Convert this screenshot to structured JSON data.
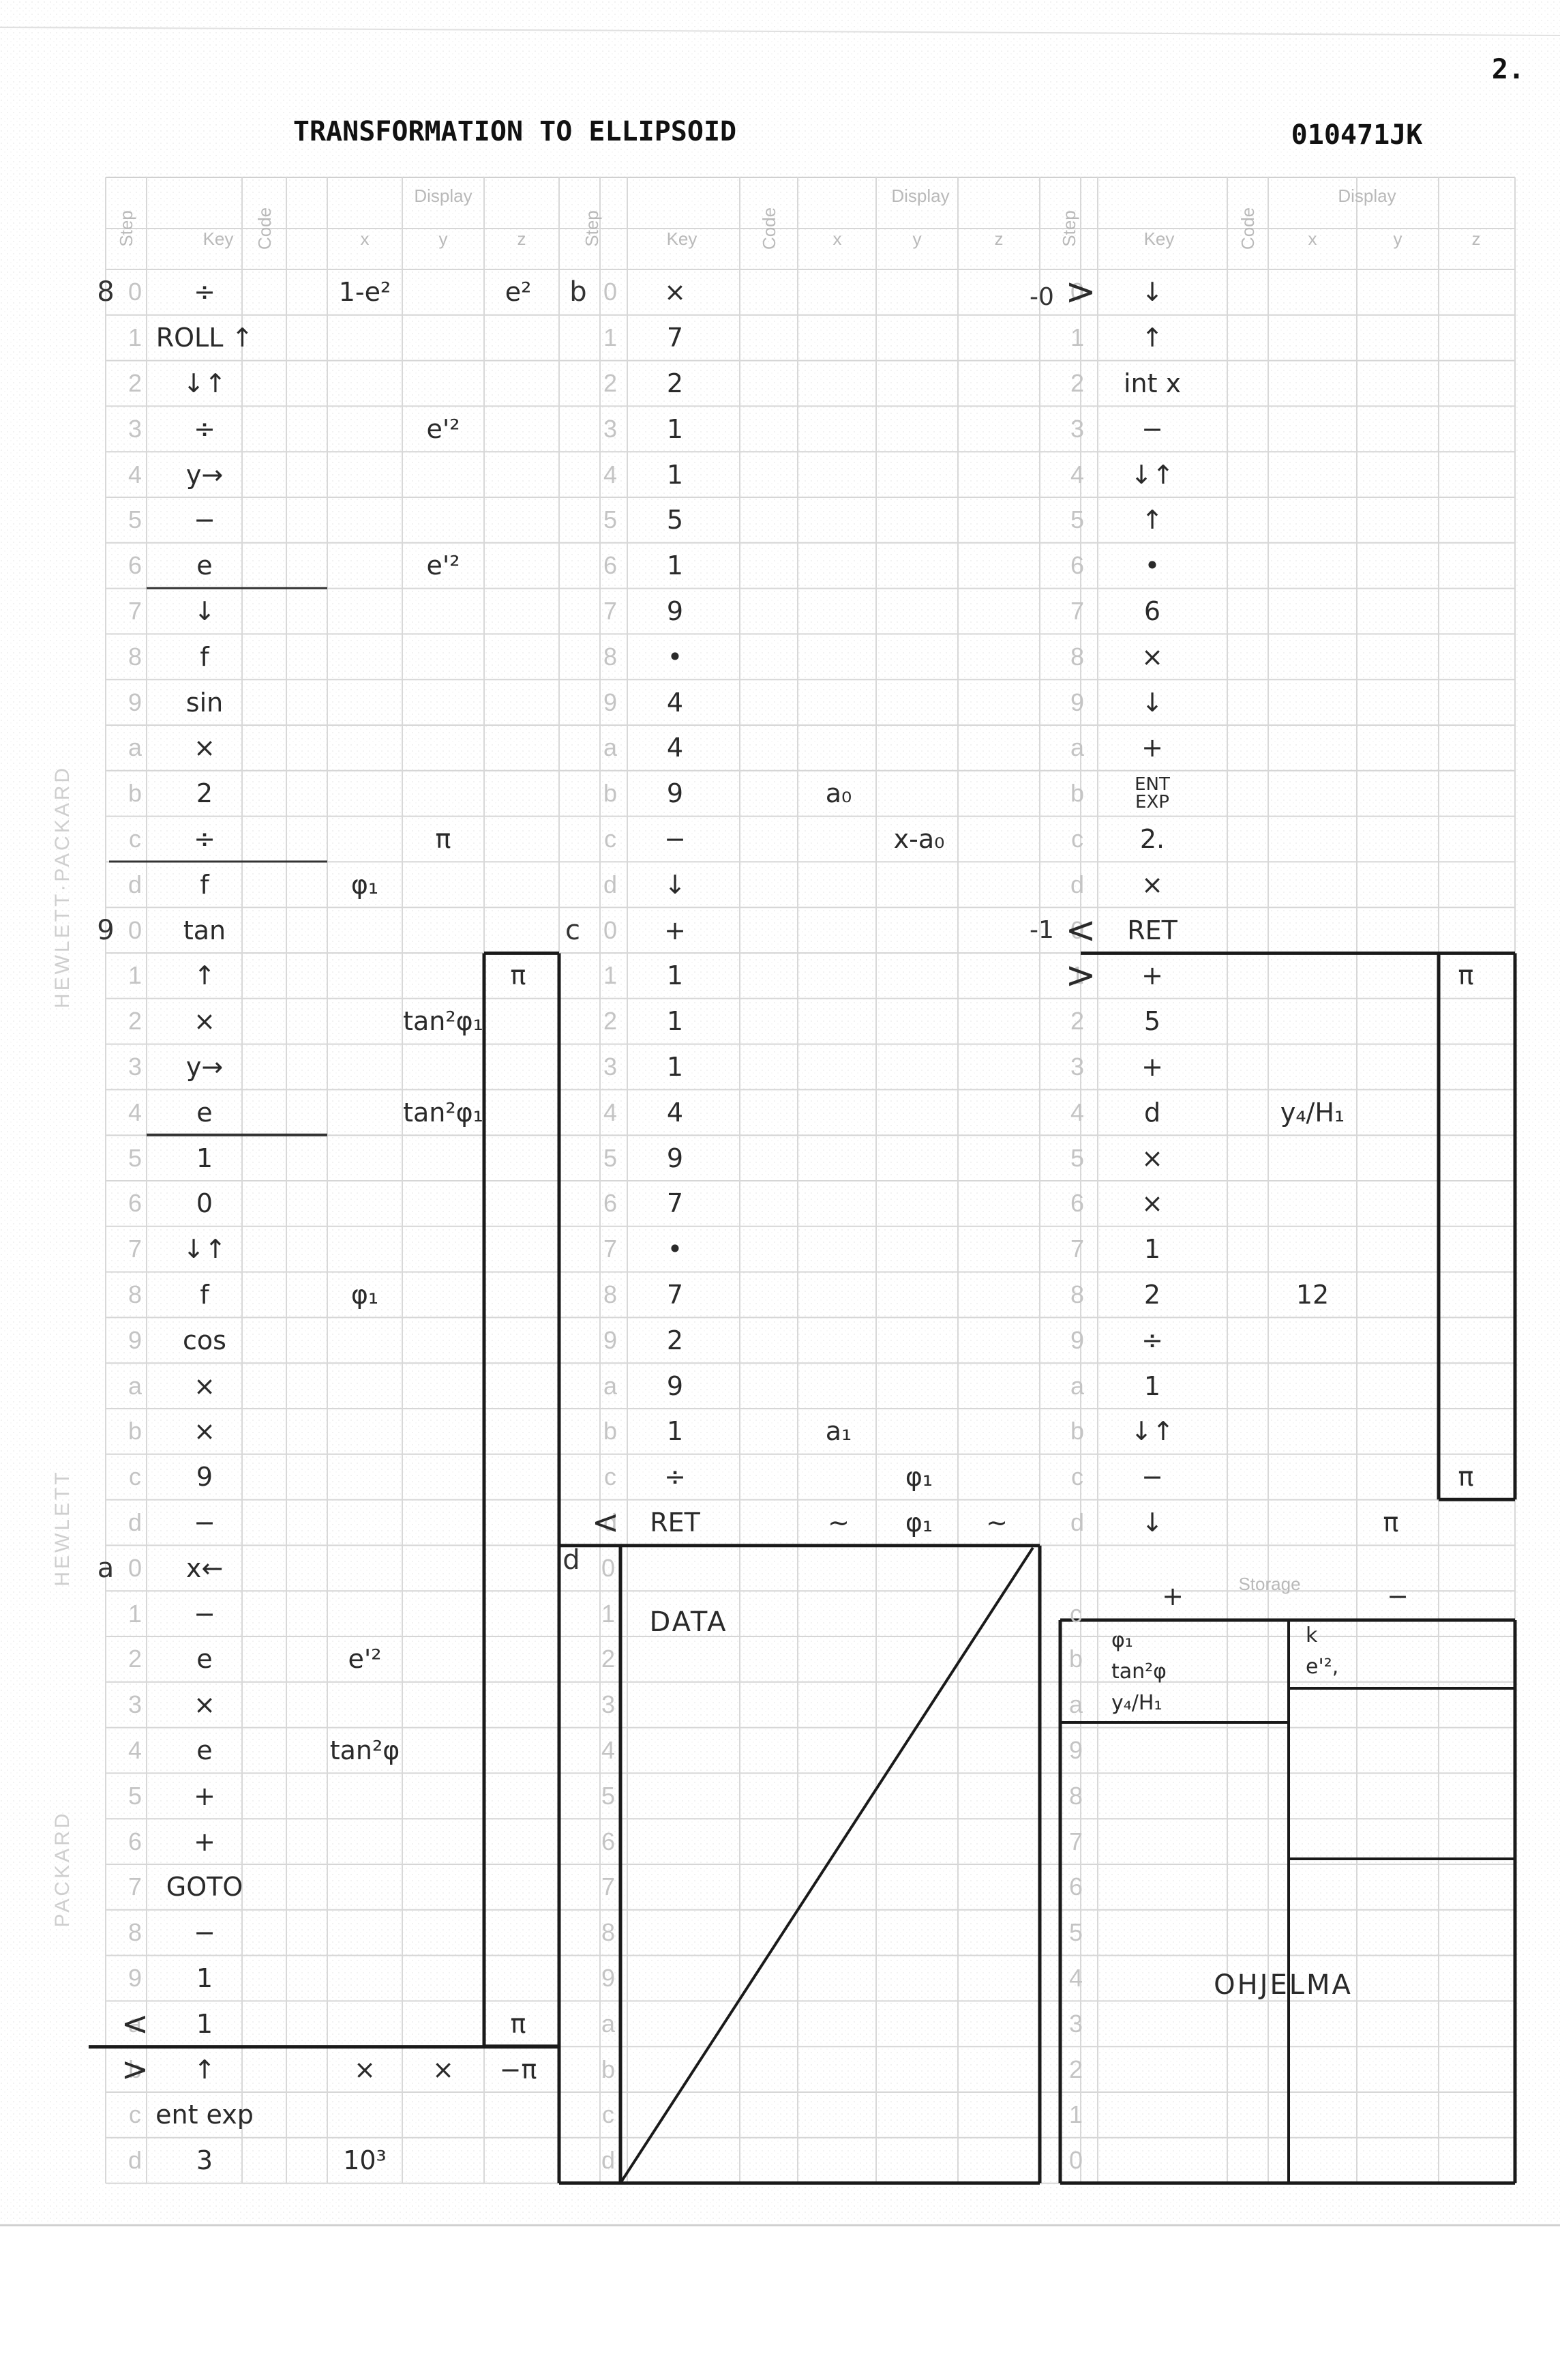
{
  "header": {
    "title": "TRANSFORMATION TO ELLIPSOID",
    "code": "010471JK",
    "page_number": "2."
  },
  "columns": {
    "step": "Step",
    "key": "Key",
    "code": "Code",
    "display": "Display",
    "x": "x",
    "y": "y",
    "z": "z"
  },
  "side_text": [
    "HEWLETT·PACKARD",
    "HEWLETT",
    "PACKARD"
  ],
  "left_block": {
    "groups": [
      {
        "label": "8",
        "arrow": ""
      },
      {
        "label": "9",
        "arrow": ""
      },
      {
        "label": "a",
        "arrow": ""
      }
    ],
    "rows": [
      {
        "step": "0",
        "key": "÷",
        "x": "1-e²",
        "y": "",
        "z": "e²"
      },
      {
        "step": "1",
        "key": "ROLL ↑",
        "x": "",
        "y": "",
        "z": ""
      },
      {
        "step": "2",
        "key": "↓↑",
        "x": "",
        "y": "",
        "z": ""
      },
      {
        "step": "3",
        "key": "÷",
        "x": "",
        "y": "e'²",
        "z": ""
      },
      {
        "step": "4",
        "key": "y→",
        "x": "",
        "y": "",
        "z": ""
      },
      {
        "step": "5",
        "key": "−",
        "x": "",
        "y": "",
        "z": ""
      },
      {
        "step": "6",
        "key": "e",
        "x": "",
        "y": "e'²",
        "z": ""
      },
      {
        "step": "7",
        "key": "↓",
        "x": "",
        "y": "",
        "z": ""
      },
      {
        "step": "8",
        "key": "f",
        "x": "",
        "y": "",
        "z": ""
      },
      {
        "step": "9",
        "key": "sin",
        "x": "",
        "y": "",
        "z": ""
      },
      {
        "step": "a",
        "key": "×",
        "x": "",
        "y": "",
        "z": ""
      },
      {
        "step": "b",
        "key": "2",
        "x": "",
        "y": "",
        "z": ""
      },
      {
        "step": "c",
        "key": "÷",
        "x": "",
        "y": "π",
        "z": ""
      },
      {
        "step": "d",
        "key": "f",
        "x": "φ₁",
        "y": "",
        "z": ""
      },
      {
        "step": "0",
        "key": "tan",
        "x": "",
        "y": "",
        "z": ""
      },
      {
        "step": "1",
        "key": "↑",
        "x": "",
        "y": "",
        "z": "π"
      },
      {
        "step": "2",
        "key": "×",
        "x": "",
        "y": "tan²φ₁",
        "z": ""
      },
      {
        "step": "3",
        "key": "y→",
        "x": "",
        "y": "",
        "z": ""
      },
      {
        "step": "4",
        "key": "e",
        "x": "",
        "y": "tan²φ₁",
        "z": ""
      },
      {
        "step": "5",
        "key": "1",
        "x": "",
        "y": "",
        "z": ""
      },
      {
        "step": "6",
        "key": "0",
        "x": "",
        "y": "",
        "z": ""
      },
      {
        "step": "7",
        "key": "↓↑",
        "x": "",
        "y": "",
        "z": ""
      },
      {
        "step": "8",
        "key": "f",
        "x": "φ₁",
        "y": "",
        "z": ""
      },
      {
        "step": "9",
        "key": "cos",
        "x": "",
        "y": "",
        "z": ""
      },
      {
        "step": "a",
        "key": "×",
        "x": "",
        "y": "",
        "z": ""
      },
      {
        "step": "b",
        "key": "×",
        "x": "",
        "y": "",
        "z": ""
      },
      {
        "step": "c",
        "key": "9",
        "x": "",
        "y": "",
        "z": ""
      },
      {
        "step": "d",
        "key": "−",
        "x": "",
        "y": "",
        "z": ""
      },
      {
        "step": "0",
        "key": "x←",
        "x": "",
        "y": "",
        "z": ""
      },
      {
        "step": "1",
        "key": "−",
        "x": "",
        "y": "",
        "z": ""
      },
      {
        "step": "2",
        "key": "e",
        "x": "e'²",
        "y": "",
        "z": ""
      },
      {
        "step": "3",
        "key": "×",
        "x": "",
        "y": "",
        "z": ""
      },
      {
        "step": "4",
        "key": "e",
        "x": "tan²φ",
        "y": "",
        "z": ""
      },
      {
        "step": "5",
        "key": "+",
        "x": "",
        "y": "",
        "z": ""
      },
      {
        "step": "6",
        "key": "+",
        "x": "",
        "y": "",
        "z": ""
      },
      {
        "step": "7",
        "key": "GOTO",
        "x": "",
        "y": "",
        "z": ""
      },
      {
        "step": "8",
        "key": "−",
        "x": "",
        "y": "",
        "z": ""
      },
      {
        "step": "9",
        "key": "1",
        "x": "",
        "y": "",
        "z": ""
      },
      {
        "step": "a",
        "key": "1",
        "x": "",
        "y": "",
        "z": "π"
      },
      {
        "step": "b",
        "key": "↑",
        "x": "×",
        "y": "×",
        "z": "−π"
      },
      {
        "step": "c",
        "key": "ent exp",
        "x": "",
        "y": "",
        "z": ""
      },
      {
        "step": "d",
        "key": "3",
        "x": "10³",
        "y": "",
        "z": ""
      }
    ],
    "marks": {
      "lt": "<",
      "gt": ">"
    }
  },
  "middle_block": {
    "groups": [
      {
        "label": "b"
      },
      {
        "label": "c"
      },
      {
        "label": "d"
      }
    ],
    "rows": [
      {
        "step": "0",
        "key": "×",
        "x": "",
        "y": ""
      },
      {
        "step": "1",
        "key": "7",
        "x": "",
        "y": ""
      },
      {
        "step": "2",
        "key": "2",
        "x": "",
        "y": ""
      },
      {
        "step": "3",
        "key": "1",
        "x": "",
        "y": ""
      },
      {
        "step": "4",
        "key": "1",
        "x": "",
        "y": ""
      },
      {
        "step": "5",
        "key": "5",
        "x": "",
        "y": ""
      },
      {
        "step": "6",
        "key": "1",
        "x": "",
        "y": ""
      },
      {
        "step": "7",
        "key": "9",
        "x": "",
        "y": ""
      },
      {
        "step": "8",
        "key": "•",
        "x": "",
        "y": ""
      },
      {
        "step": "9",
        "key": "4",
        "x": "",
        "y": ""
      },
      {
        "step": "a",
        "key": "4",
        "x": "",
        "y": ""
      },
      {
        "step": "b",
        "key": "9",
        "x": "a₀",
        "y": ""
      },
      {
        "step": "c",
        "key": "−",
        "x": "",
        "y": "x-a₀"
      },
      {
        "step": "d",
        "key": "↓",
        "x": "",
        "y": ""
      },
      {
        "step": "0",
        "key": "+",
        "x": "",
        "y": ""
      },
      {
        "step": "1",
        "key": "1",
        "x": "",
        "y": ""
      },
      {
        "step": "2",
        "key": "1",
        "x": "",
        "y": ""
      },
      {
        "step": "3",
        "key": "1",
        "x": "",
        "y": ""
      },
      {
        "step": "4",
        "key": "4",
        "x": "",
        "y": ""
      },
      {
        "step": "5",
        "key": "9",
        "x": "",
        "y": ""
      },
      {
        "step": "6",
        "key": "7",
        "x": "",
        "y": ""
      },
      {
        "step": "7",
        "key": "•",
        "x": "",
        "y": ""
      },
      {
        "step": "8",
        "key": "7",
        "x": "",
        "y": ""
      },
      {
        "step": "9",
        "key": "2",
        "x": "",
        "y": ""
      },
      {
        "step": "a",
        "key": "9",
        "x": "",
        "y": ""
      },
      {
        "step": "b",
        "key": "1",
        "x": "a₁",
        "y": ""
      },
      {
        "step": "c",
        "key": "÷",
        "x": "",
        "y": "φ₁"
      },
      {
        "step": "d",
        "key": "RET",
        "x": "~",
        "y": "φ₁",
        "z": "~"
      }
    ],
    "ret_mark": "<",
    "data_label": "DATA",
    "data_steps": [
      "0",
      "1",
      "2",
      "3",
      "4",
      "5",
      "6",
      "7",
      "8",
      "9",
      "a",
      "b",
      "c",
      "d"
    ]
  },
  "right_block": {
    "groups": [
      {
        "label": "-0",
        "arrow": ">"
      },
      {
        "label": "-1",
        "arrow": "<"
      }
    ],
    "rows": [
      {
        "step": "0",
        "key": "↓",
        "x": ""
      },
      {
        "step": "1",
        "key": "↑",
        "x": ""
      },
      {
        "step": "2",
        "key": "int x",
        "x": ""
      },
      {
        "step": "3",
        "key": "−",
        "x": ""
      },
      {
        "step": "4",
        "key": "↓↑",
        "x": ""
      },
      {
        "step": "5",
        "key": "↑",
        "x": ""
      },
      {
        "step": "6",
        "key": "•",
        "x": ""
      },
      {
        "step": "7",
        "key": "6",
        "x": ""
      },
      {
        "step": "8",
        "key": "×",
        "x": ""
      },
      {
        "step": "9",
        "key": "↓",
        "x": ""
      },
      {
        "step": "a",
        "key": "+",
        "x": ""
      },
      {
        "step": "b",
        "key": "ENT EXP",
        "x": ""
      },
      {
        "step": "c",
        "key": "2.",
        "x": ""
      },
      {
        "step": "d",
        "key": "×",
        "x": ""
      },
      {
        "step": "0",
        "key": "RET",
        "x": ""
      },
      {
        "step": "1",
        "key": "+",
        "x": "",
        "z": "π"
      },
      {
        "step": "2",
        "key": "5",
        "x": ""
      },
      {
        "step": "3",
        "key": "+",
        "x": ""
      },
      {
        "step": "4",
        "key": "d",
        "x": "y₄/H₁"
      },
      {
        "step": "5",
        "key": "×",
        "x": ""
      },
      {
        "step": "6",
        "key": "×",
        "x": ""
      },
      {
        "step": "7",
        "key": "1",
        "x": ""
      },
      {
        "step": "8",
        "key": "2",
        "x": "12"
      },
      {
        "step": "9",
        "key": "÷",
        "x": ""
      },
      {
        "step": "a",
        "key": "1",
        "x": ""
      },
      {
        "step": "b",
        "key": "↓↑",
        "x": ""
      },
      {
        "step": "c",
        "key": "−",
        "x": "",
        "z": "π"
      },
      {
        "step": "d",
        "key": "↓",
        "x": "",
        "y": "π"
      }
    ],
    "gt2": ">"
  },
  "storage": {
    "header_label": "Storage",
    "plus": "+",
    "minus": "−",
    "left_items": [
      "φ₁",
      "tan²φ",
      "y₄/H₁"
    ],
    "right_items": [
      "k",
      "e'²,"
    ],
    "program_label": "OHJELMA",
    "steps": [
      "c",
      "b",
      "a",
      "9",
      "8",
      "7",
      "6",
      "5",
      "4",
      "3",
      "2",
      "1",
      "0"
    ]
  }
}
